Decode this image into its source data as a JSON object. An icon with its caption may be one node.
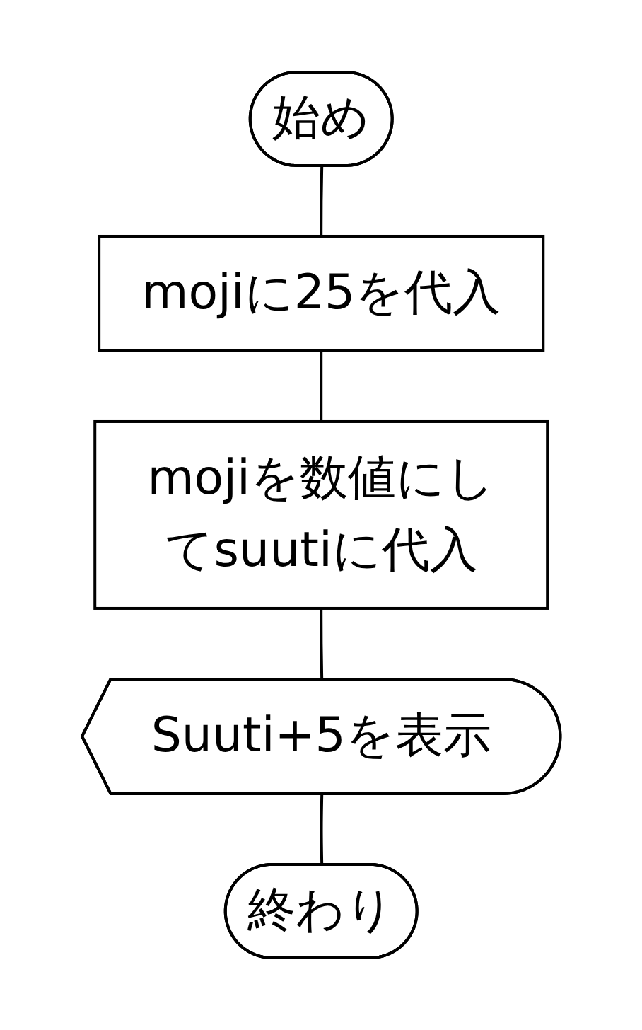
{
  "diagram": {
    "nodes": [
      {
        "text": [
          "始め"
        ]
      },
      {
        "text": [
          "mojiに25を代入"
        ]
      },
      {
        "text": [
          "mojiを数値にしてsuutiに代入"
        ]
      },
      {
        "text": [
          "Suuti+5を表示"
        ]
      },
      {
        "text": [
          "終わり"
        ]
      }
    ],
    "edges": [
      {
        "from": 0,
        "to": 1,
        "arrow": "none"
      },
      {
        "from": 1,
        "to": 2,
        "arrow": "none"
      },
      {
        "from": 2,
        "to": 3,
        "arrow": "none"
      },
      {
        "from": 3,
        "to": 4,
        "arrow": "none"
      }
    ]
  }
}
